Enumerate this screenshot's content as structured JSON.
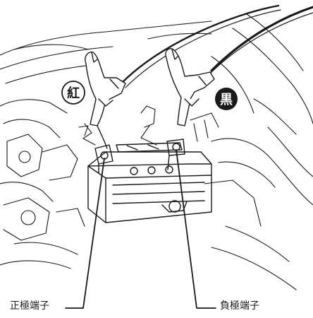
{
  "labels": {
    "red_badge": "紅",
    "black_badge": "黒",
    "positive_terminal": "正極端子",
    "negative_terminal": "負極端子"
  },
  "colors": {
    "line": "#1a1a1a",
    "background": "#ffffff",
    "badge_dark": "#1a1a1a"
  }
}
